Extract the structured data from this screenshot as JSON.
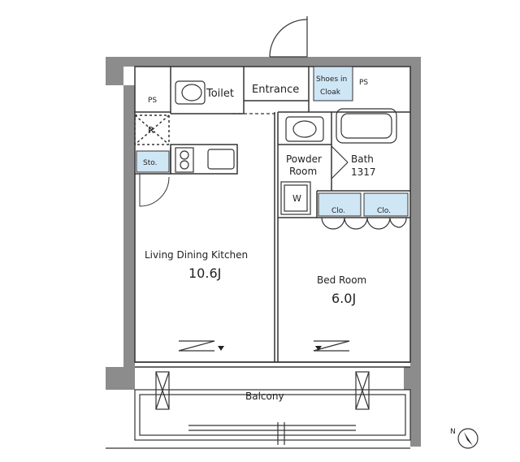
{
  "rooms": {
    "toilet": "Toilet",
    "entrance": "Entrance",
    "shoes_cloak": [
      "Shoes in",
      "Cloak"
    ],
    "ps_left": "PS",
    "ps_right": "PS",
    "refrigerator": "R",
    "storage": "Sto.",
    "powder_room": [
      "Powder",
      "Room"
    ],
    "bath": [
      "Bath",
      "1317"
    ],
    "washer": "W",
    "closet_left": "Clo.",
    "closet_right": "Clo.",
    "ldk_name": "Living Dining Kitchen",
    "ldk_size": "10.6J",
    "bedroom_name": "Bed Room",
    "bedroom_size": "6.0J",
    "balcony": "Balcony"
  },
  "colors": {
    "wall": "#8c8c8c",
    "line": "#333333",
    "storage_fill": "#cfe6f5",
    "background": "#ffffff"
  },
  "compass": {
    "icon": "north-arrow-icon",
    "label": "N"
  }
}
